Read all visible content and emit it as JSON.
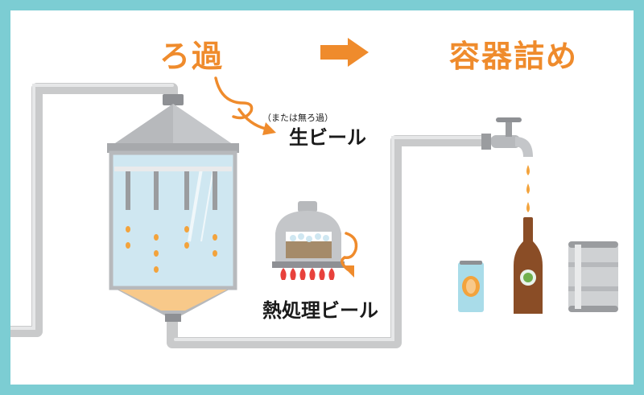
{
  "header": {
    "step_filter": "ろ過",
    "step_fill": "容器詰め"
  },
  "labels": {
    "raw_beer_note": "（または無ろ過）",
    "raw_beer": "生ビール",
    "heat_treated_beer": "熱処理ビール"
  },
  "icons": {
    "arrow": "right-arrow-icon",
    "tank": "filter-tank",
    "heater": "heat-treatment-vessel",
    "tap": "faucet-icon",
    "bottle": "beer-bottle",
    "can": "beer-can",
    "keg": "beer-keg"
  },
  "colors": {
    "frame": "#7ccdd3",
    "accent": "#ef8b2c",
    "pipe": "#c9cacb",
    "steel": "#b7b9bc",
    "glass": "#cfe7f1",
    "beer": "#f3a33c",
    "flame": "#e8413c",
    "bottle": "#8a4d26",
    "can": "#a9dce9"
  }
}
